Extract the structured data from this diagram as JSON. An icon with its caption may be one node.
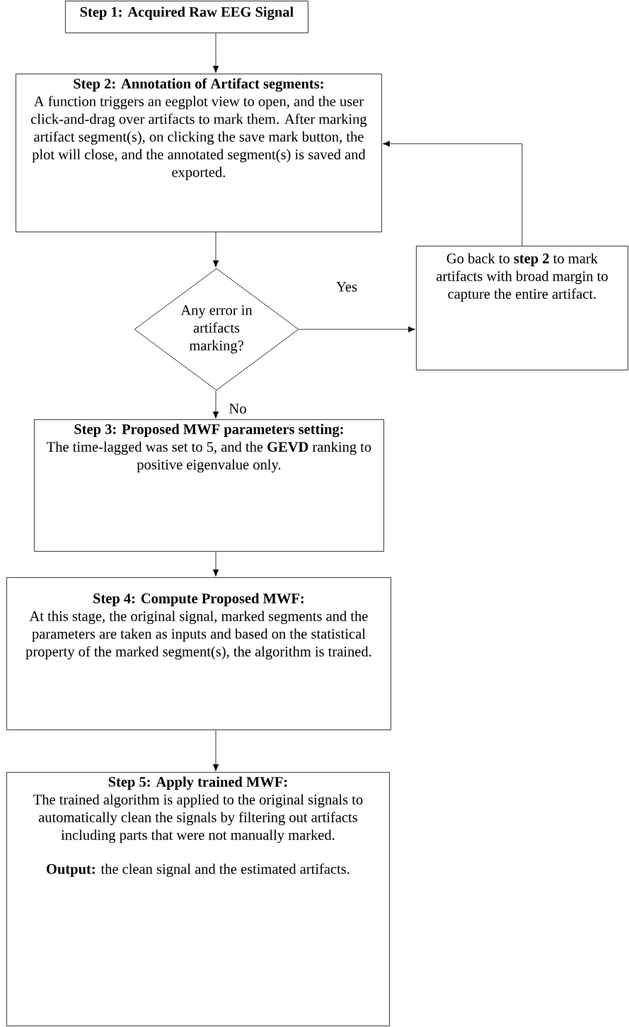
{
  "diagram": {
    "nodes": [
      {
        "text": [
          "Step 1: Acquired Raw EEG Signal"
        ]
      },
      {
        "text": [
          "Step 2: Annotation of Artifact segments:",
          "A function triggers an eegplot view to open, and the user click-and-drag over artifacts to mark them. After marking artifact segment(s), on clicking the save mark button, the plot will close, and the annotated segment(s) is saved and exported."
        ]
      },
      {
        "text": [
          "Any error in artifacts marking?"
        ]
      },
      {
        "text": [
          "Go back to **step 2** to mark artifacts with broad margin to capture the entire artifact."
        ]
      },
      {
        "text": [
          "Step 3: Proposed MWF parameters setting:",
          "The time-lagged was set to 5, and the **GEVD** ranking to positive eigenvalue only."
        ]
      },
      {
        "text": [
          "Step 4: Compute Proposed MWF:",
          "At this stage, the original signal, marked segments and the parameters are taken as inputs and based on the statistical property of the marked segment(s), the algorithm is trained."
        ]
      },
      {
        "text": [
          "Step 5: Apply trained MWF:",
          "The trained algorithm is applied to the original signals to automatically clean the signals by filtering out artifacts including parts that were not manually marked.",
          "**Output:** the clean signal and the estimated artifacts."
        ]
      }
    ],
    "edges": [
      {
        "from": 0,
        "to": 1,
        "arrow": "to"
      },
      {
        "from": 1,
        "to": 2,
        "arrow": "to"
      },
      {
        "from": 2,
        "to": 3,
        "arrow": "to",
        "label": "Yes"
      },
      {
        "from": 3,
        "to": 1,
        "arrow": "to"
      },
      {
        "from": 2,
        "to": 4,
        "arrow": "to",
        "label": "No"
      },
      {
        "from": 4,
        "to": 5,
        "arrow": "to"
      },
      {
        "from": 5,
        "to": 6,
        "arrow": "to"
      }
    ]
  }
}
